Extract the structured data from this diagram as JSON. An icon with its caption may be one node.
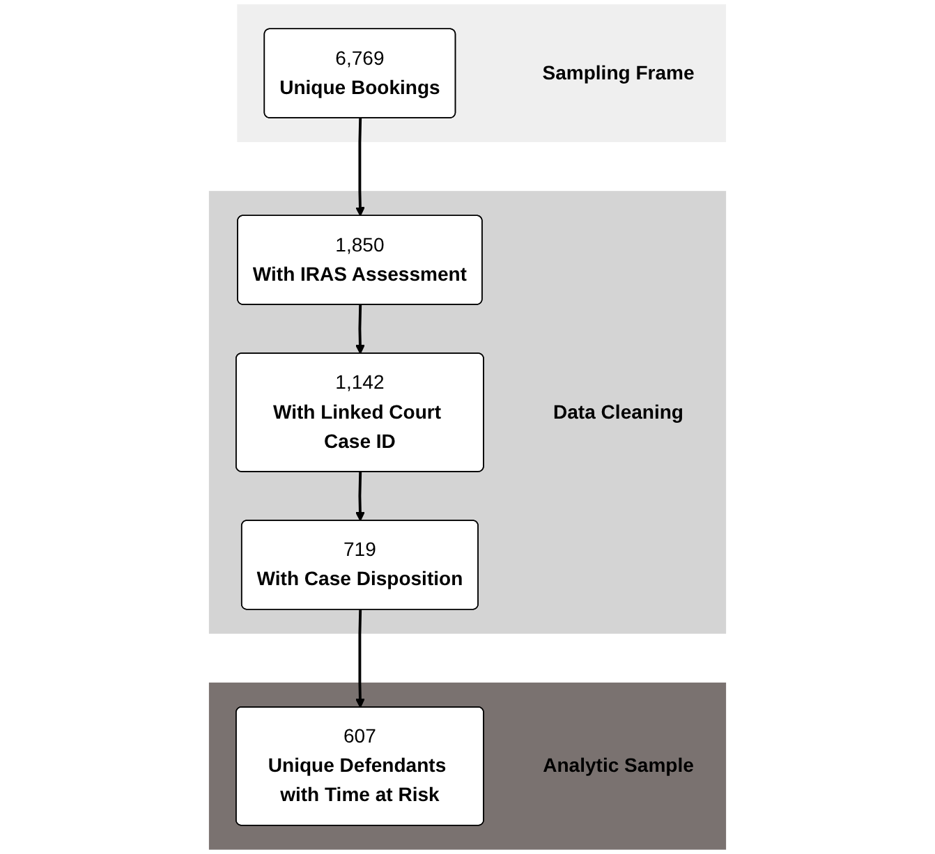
{
  "diagram": {
    "nodes": [
      {
        "text": [
          "Sampling Frame"
        ]
      },
      {
        "text": [
          "6,769",
          "Unique Bookings"
        ],
        "in": 0
      },
      {
        "text": [
          "Data Cleaning"
        ]
      },
      {
        "text": [
          "1,850",
          "With IRAS Assessment"
        ],
        "in": 2
      },
      {
        "text": [
          "1,142",
          "With Linked Court Case ID"
        ],
        "in": 2
      },
      {
        "text": [
          "719",
          "With Case Disposition"
        ],
        "in": 2
      },
      {
        "text": [
          "Analytic Sample"
        ]
      },
      {
        "text": [
          "607",
          "Unique Defendants with Time at Risk"
        ],
        "in": 6
      }
    ],
    "edges": [
      {
        "from": 1,
        "to": 3,
        "arrow": "to"
      },
      {
        "from": 3,
        "to": 4,
        "arrow": "to"
      },
      {
        "from": 4,
        "to": 5,
        "arrow": "to"
      },
      {
        "from": 5,
        "to": 7,
        "arrow": "to"
      }
    ]
  }
}
